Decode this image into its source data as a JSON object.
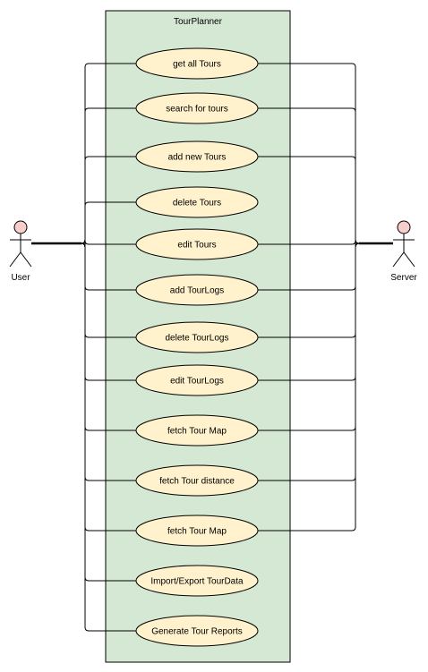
{
  "system": {
    "title": "TourPlanner",
    "fill": "#d5e8d4",
    "stroke": "#000000"
  },
  "actors": {
    "user": {
      "label": "User",
      "head_color": "#f8cecc"
    },
    "server": {
      "label": "Server",
      "head_color": "#f8cecc"
    }
  },
  "use_case_style": {
    "fill": "#fff2cc",
    "stroke": "#000000"
  },
  "use_cases": [
    {
      "label": "get all Tours",
      "server": true
    },
    {
      "label": "search for tours",
      "server": true
    },
    {
      "label": "add new Tours",
      "server": true
    },
    {
      "label": "delete Tours",
      "server": false
    },
    {
      "label": "edit Tours",
      "server": true
    },
    {
      "label": "add TourLogs",
      "server": true
    },
    {
      "label": "delete TourLogs",
      "server": true
    },
    {
      "label": "edit TourLogs",
      "server": true
    },
    {
      "label": "fetch Tour Map",
      "server": true
    },
    {
      "label": "fetch Tour distance",
      "server": true
    },
    {
      "label": "fetch Tour Map",
      "server": true
    },
    {
      "label": "Import/Export TourData",
      "server": false
    },
    {
      "label": "Generate Tour Reports",
      "server": false
    }
  ]
}
